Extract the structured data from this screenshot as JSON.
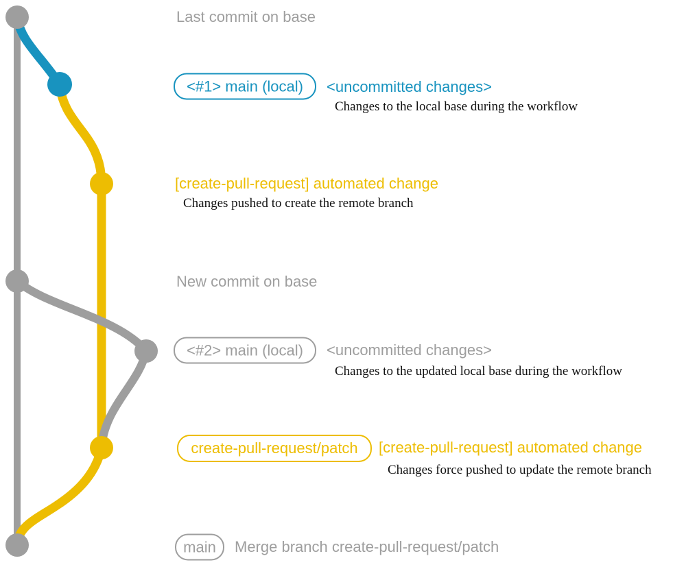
{
  "colors": {
    "gray": "#9e9e9e",
    "blue": "#1893bf",
    "yellow": "#edbd02",
    "ink": "#111111"
  },
  "rows": {
    "last_commit": {
      "label": "Last commit on base"
    },
    "local_main_1": {
      "badge": "<#1> main (local)",
      "status": "<uncommitted changes>",
      "description": "Changes to the local base during the workflow"
    },
    "automated_change_1": {
      "label": "[create-pull-request] automated change",
      "description": "Changes pushed to create the remote branch"
    },
    "new_commit": {
      "label": "New commit on base"
    },
    "local_main_2": {
      "badge": "<#2> main (local)",
      "status": "<uncommitted changes>",
      "description": "Changes to the updated local base during the workflow"
    },
    "automated_change_2": {
      "badge": "create-pull-request/patch",
      "label": "[create-pull-request] automated change",
      "description": "Changes force pushed to update the remote branch"
    },
    "merge": {
      "badge": "main",
      "label": "Merge branch create-pull-request/patch"
    }
  }
}
